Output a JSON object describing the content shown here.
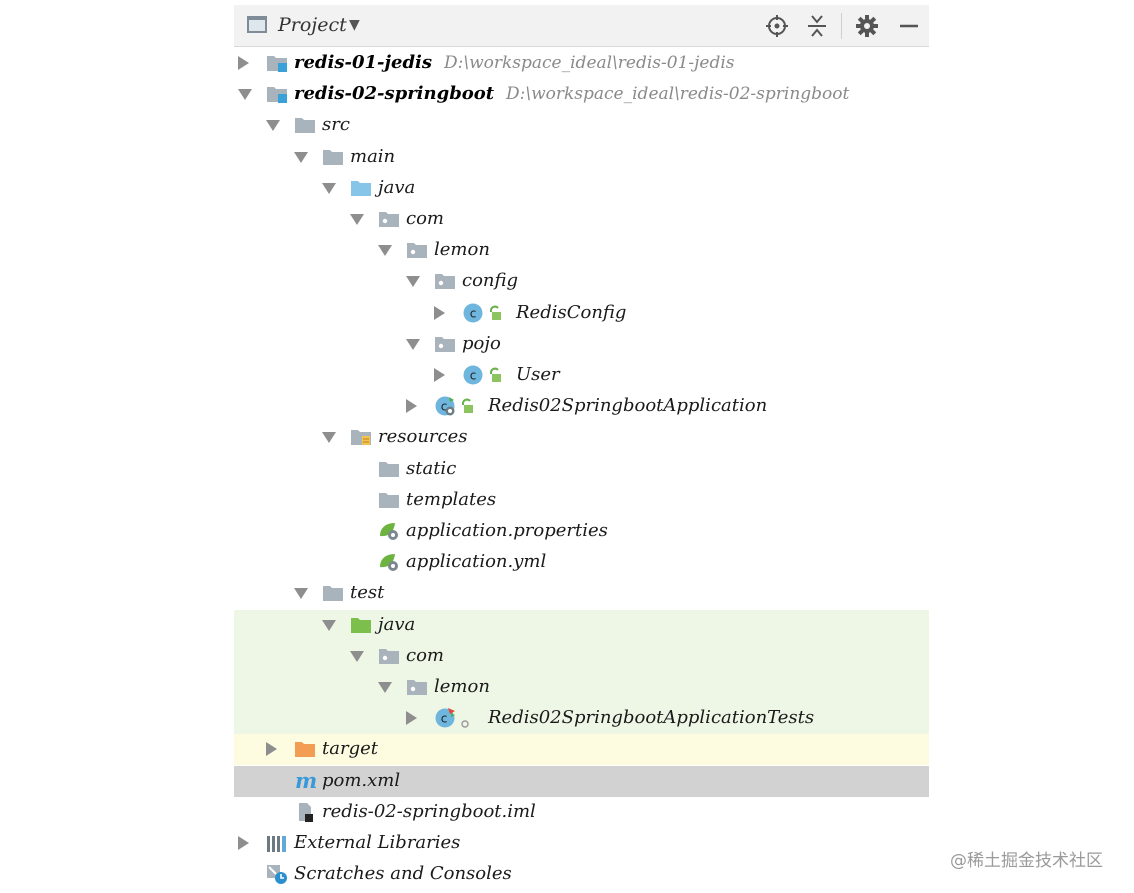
{
  "header": {
    "title": "Project",
    "dropdown_icon": "triangle-down-icon",
    "locate_icon": "crosshair-icon",
    "collapse_icon": "collapse-all-icon",
    "settings_icon": "gear-icon",
    "hide_icon": "minus-icon"
  },
  "colors": {
    "folder_gray": "#a9b3bc",
    "source_blue": "#87c5e8",
    "test_green": "#7dbf4c",
    "target_orange": "#f39c54",
    "class_blue": "#6fb6de",
    "tests_bg": "#eef7e6",
    "target_bg": "#fdfbe0",
    "selected_bg": "#d2d2d2"
  },
  "tree": [
    {
      "label": "redis-01-jedis",
      "path": "D:\\workspace_ideal\\redis-01-jedis",
      "bold": true,
      "icon": "module-icon",
      "arrow": "right",
      "level": 0
    },
    {
      "label": "redis-02-springboot",
      "path": "D:\\workspace_ideal\\redis-02-springboot",
      "bold": true,
      "icon": "module-icon",
      "arrow": "down",
      "level": 0
    },
    {
      "label": "src",
      "icon": "folder-icon",
      "arrow": "down",
      "level": 1
    },
    {
      "label": "main",
      "icon": "folder-icon",
      "arrow": "down",
      "level": 2
    },
    {
      "label": "java",
      "icon": "source-folder-icon",
      "arrow": "down",
      "level": 3
    },
    {
      "label": "com",
      "icon": "package-icon",
      "arrow": "down",
      "level": 4
    },
    {
      "label": "lemon",
      "icon": "package-icon",
      "arrow": "down",
      "level": 5
    },
    {
      "label": "config",
      "icon": "package-icon",
      "arrow": "down",
      "level": 6
    },
    {
      "label": "RedisConfig",
      "icon": "class-icon",
      "arrow": "right",
      "level": 7,
      "lock": true
    },
    {
      "label": "pojo",
      "icon": "package-icon",
      "arrow": "down",
      "level": 6
    },
    {
      "label": "User",
      "icon": "class-icon",
      "arrow": "right",
      "level": 7,
      "lock": true
    },
    {
      "label": "Redis02SpringbootApplication",
      "icon": "spring-boot-class-icon",
      "arrow": "right",
      "level": 6,
      "lock": true
    },
    {
      "label": "resources",
      "icon": "resources-folder-icon",
      "arrow": "down",
      "level": 3
    },
    {
      "label": "static",
      "icon": "folder-icon",
      "arrow": "none",
      "level": 4
    },
    {
      "label": "templates",
      "icon": "folder-icon",
      "arrow": "none",
      "level": 4
    },
    {
      "label": "application.properties",
      "icon": "spring-config-icon",
      "arrow": "none",
      "level": 4
    },
    {
      "label": "application.yml",
      "icon": "spring-config-icon",
      "arrow": "none",
      "level": 4
    },
    {
      "label": "test",
      "icon": "folder-icon",
      "arrow": "down",
      "level": 2
    },
    {
      "label": "java",
      "icon": "test-folder-icon",
      "arrow": "down",
      "level": 3,
      "bg": "green"
    },
    {
      "label": "com",
      "icon": "package-icon",
      "arrow": "down",
      "level": 4,
      "bg": "green"
    },
    {
      "label": "lemon",
      "icon": "package-icon",
      "arrow": "down",
      "level": 5,
      "bg": "green"
    },
    {
      "label": "Redis02SpringbootApplicationTests",
      "icon": "test-class-icon",
      "arrow": "right",
      "level": 6,
      "dot": true,
      "bg": "green"
    },
    {
      "label": "target",
      "icon": "excluded-folder-icon",
      "arrow": "right",
      "level": 1,
      "bg": "yellow"
    },
    {
      "label": "pom.xml",
      "icon": "maven-icon",
      "arrow": "none",
      "level": 1,
      "bg": "selected"
    },
    {
      "label": "redis-02-springboot.iml",
      "icon": "iml-file-icon",
      "arrow": "none",
      "level": 1
    },
    {
      "label": "External Libraries",
      "icon": "libraries-icon",
      "arrow": "right",
      "level": 0
    },
    {
      "label": "Scratches and Consoles",
      "icon": "scratches-icon",
      "arrow": "none",
      "level": 0
    }
  ],
  "watermark": "@稀土掘金技术社区"
}
